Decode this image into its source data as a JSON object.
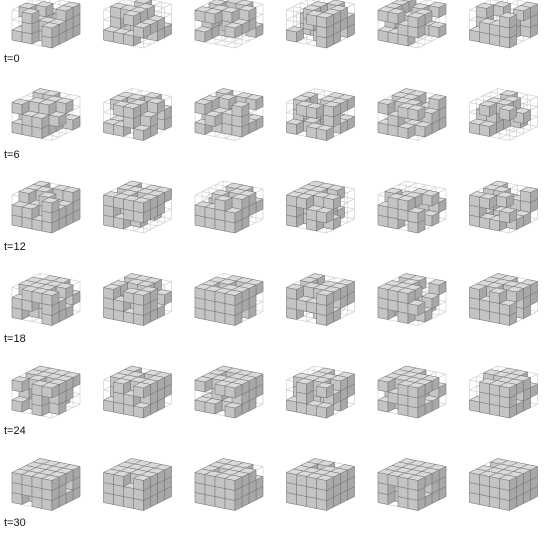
{
  "figure": {
    "rows": [
      {
        "label": "t=0"
      },
      {
        "label": "t=6"
      },
      {
        "label": "t=12"
      },
      {
        "label": "t=18"
      },
      {
        "label": "t=24"
      },
      {
        "label": "t=30"
      }
    ],
    "columns_per_row": 6,
    "lattice": [
      4,
      4,
      3
    ],
    "fill_fraction_by_row": [
      0.42,
      0.5,
      0.58,
      0.68,
      0.8,
      0.95
    ],
    "colors": {
      "top_face": "#dadada",
      "front_face": "#c4c4c4",
      "side_face": "#a8a8a8",
      "edge": "#707070",
      "wireframe": "#d2d2d2",
      "background": "#ffffff"
    }
  }
}
